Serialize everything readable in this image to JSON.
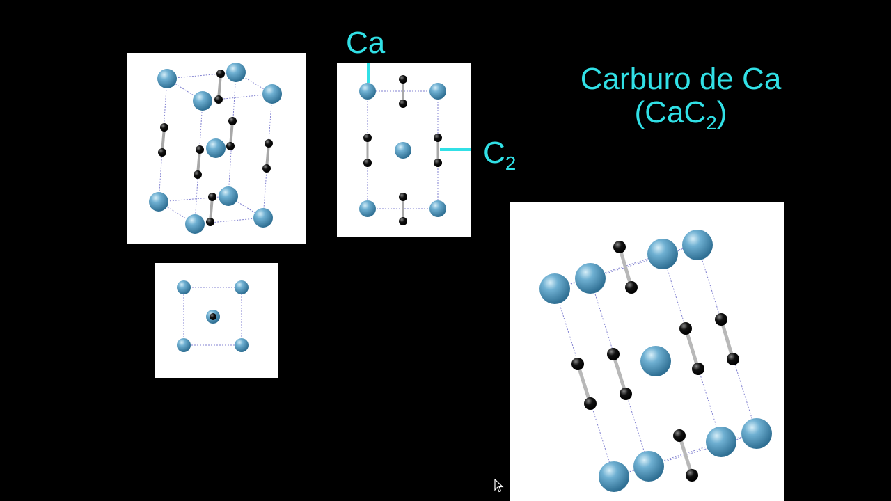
{
  "labels": {
    "ca": "Ca",
    "c2_base": "C",
    "c2_sub": "2"
  },
  "title": {
    "line1": "Carburo de Ca",
    "line2_open": "(CaC",
    "line2_sub": "2",
    "line2_close": ")"
  },
  "colors": {
    "background": "#000000",
    "panel": "#ffffff",
    "accent": "#31e0e6",
    "calcium_atom": "#5b9bc0",
    "carbon_atom": "#000000",
    "cell_edge": "#8080d0",
    "bond": "#b0b0b0"
  },
  "icons": [
    "mouse-pointer-icon"
  ]
}
